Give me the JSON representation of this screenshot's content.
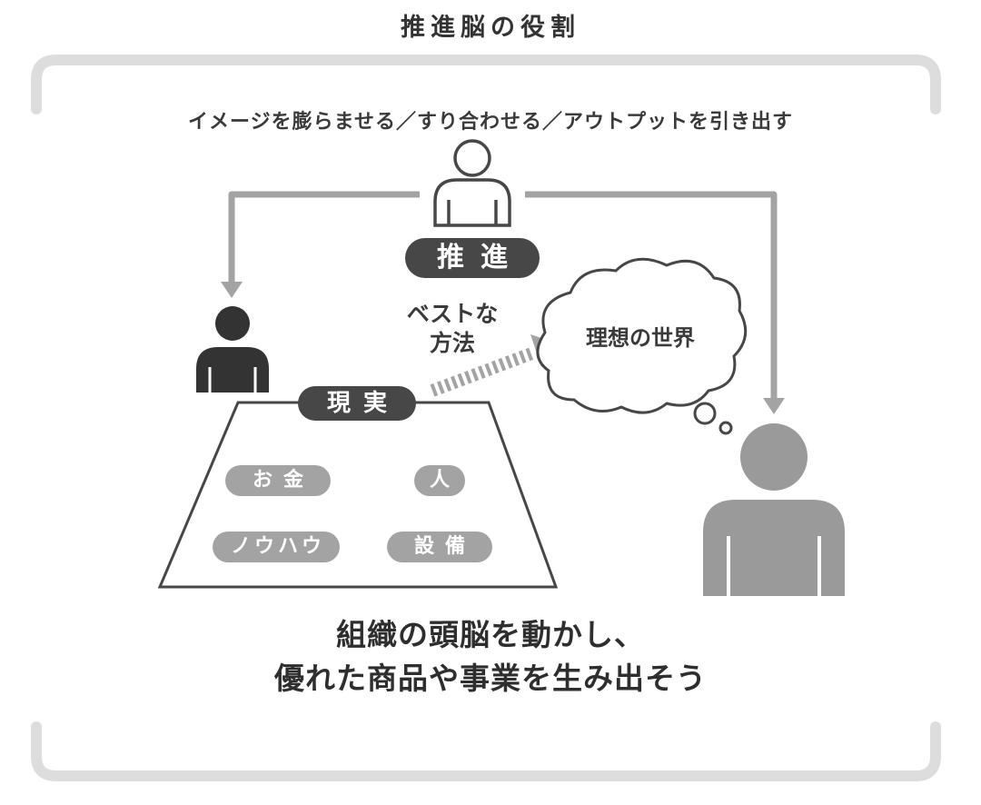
{
  "title": "推進脳の役割",
  "subtitle": "イメージを膨らませる／すり合わせる／アウトプットを引き出す",
  "roles": {
    "suishin": "推進",
    "best_line1": "ベストな",
    "best_line2": "方法",
    "ideal": "理想の世界",
    "genjitsu": "現実"
  },
  "resources": [
    "お金",
    "人",
    "ノウハウ",
    "設備"
  ],
  "message": {
    "line1": "組織の頭脳を動かし、",
    "line2": "優れた商品や事業を生み出そう"
  },
  "colors": {
    "dark": "#474747",
    "mid": "#a3a3a3",
    "person_dark": "#333333",
    "person_gray": "#9a9a9a",
    "frame": "#dddddd"
  }
}
